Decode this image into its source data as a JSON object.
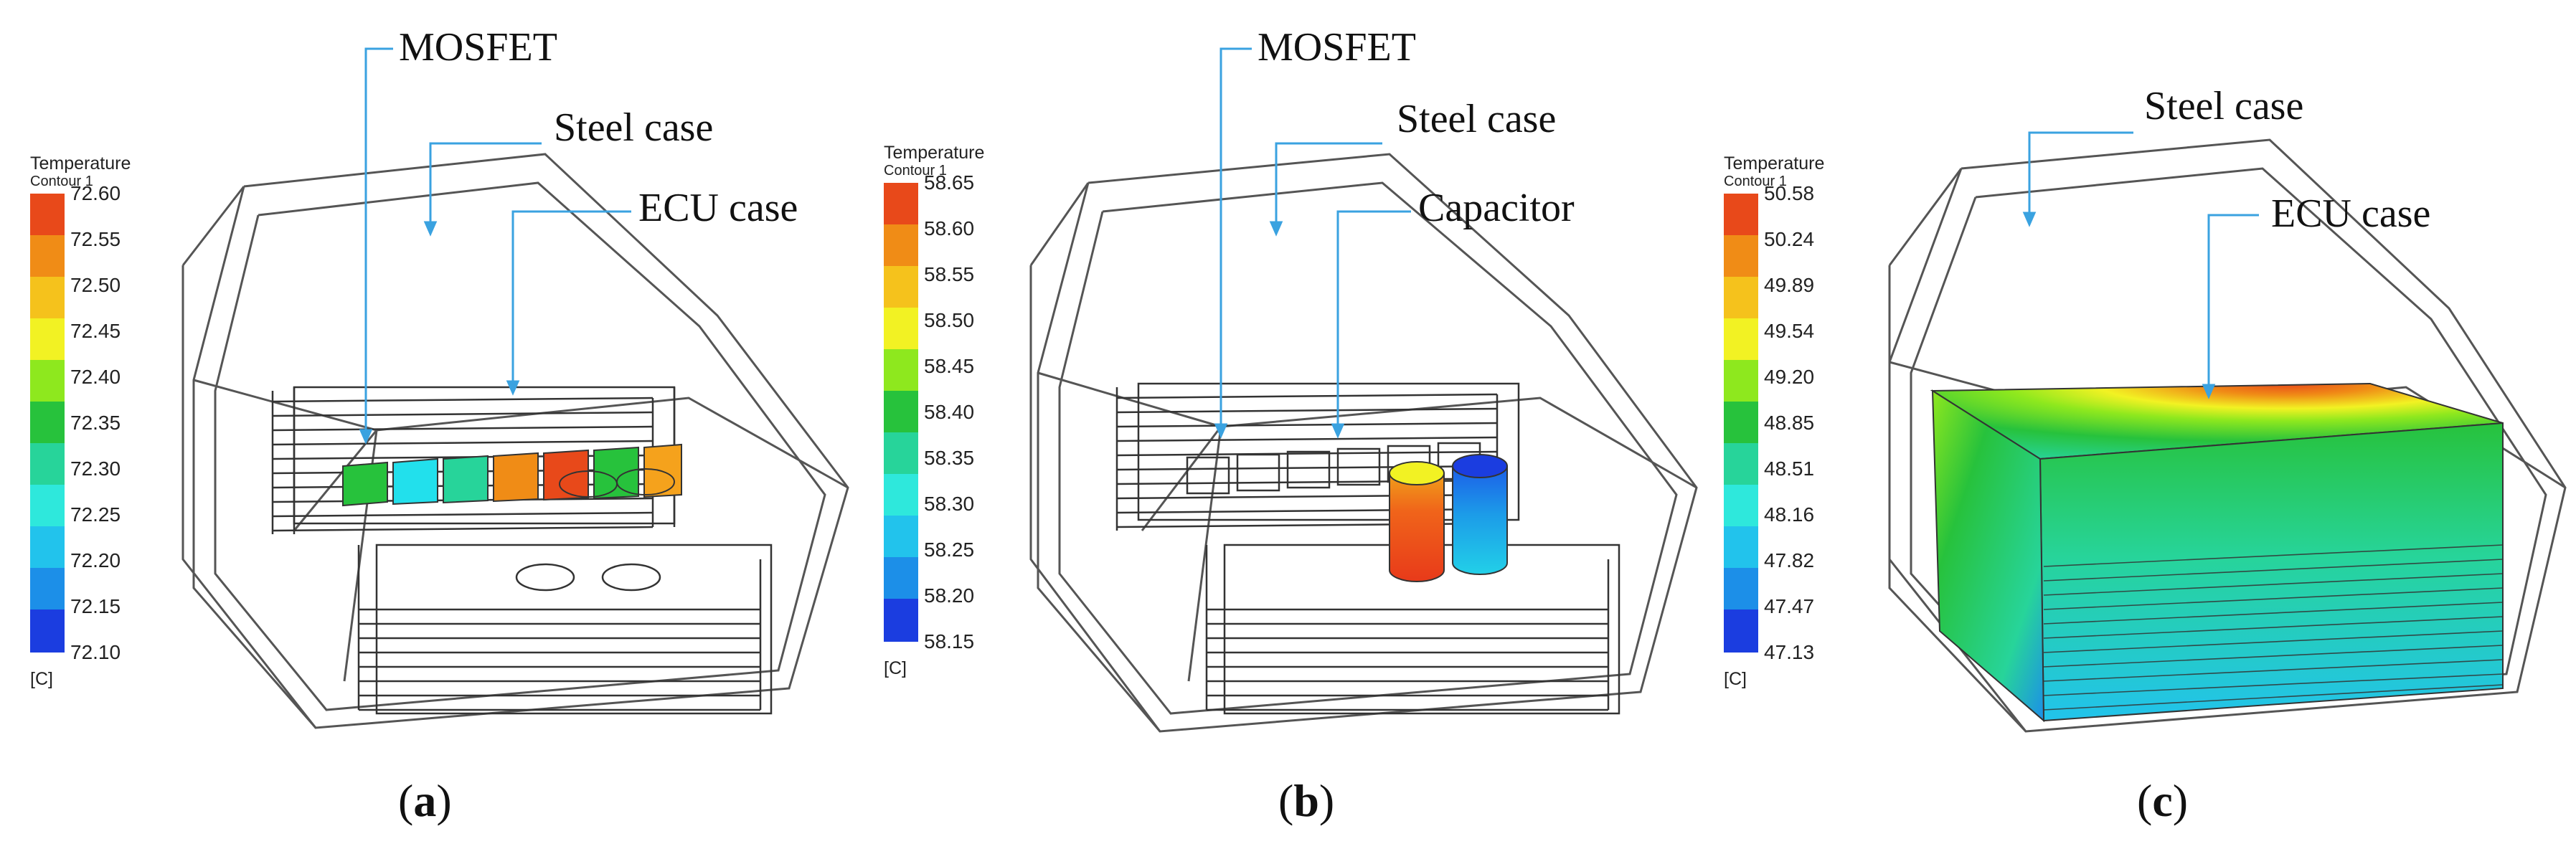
{
  "palette": [
    "#1b3de0",
    "#1c8fe8",
    "#22c3ec",
    "#2ee8dc",
    "#27d49a",
    "#27c23c",
    "#8ee81e",
    "#f2f223",
    "#f5c21c",
    "#f08c16",
    "#e8491a"
  ],
  "panels": [
    {
      "id": "a",
      "caption_open": "(",
      "caption_letter": "a",
      "caption_close": ")",
      "legend": {
        "title": "Temperature",
        "subtitle": "Contour 1",
        "ticks": [
          "72.60",
          "72.55",
          "72.50",
          "72.45",
          "72.40",
          "72.35",
          "72.30",
          "72.25",
          "72.20",
          "72.15",
          "72.10"
        ],
        "unit": "[C]"
      },
      "callouts": {
        "mosfet": "MOSFET",
        "steel_case": "Steel case",
        "ecu_case": "ECU case"
      }
    },
    {
      "id": "b",
      "caption_open": "(",
      "caption_letter": "b",
      "caption_close": ")",
      "legend": {
        "title": "Temperature",
        "subtitle": "Contour 1",
        "ticks": [
          "58.65",
          "58.60",
          "58.55",
          "58.50",
          "58.45",
          "58.40",
          "58.35",
          "58.30",
          "58.25",
          "58.20",
          "58.15"
        ],
        "unit": "[C]"
      },
      "callouts": {
        "mosfet": "MOSFET",
        "steel_case": "Steel case",
        "capacitor": "Capacitor"
      }
    },
    {
      "id": "c",
      "caption_open": "(",
      "caption_letter": "c",
      "caption_close": ")",
      "legend": {
        "title": "Temperature",
        "subtitle": "Contour 1",
        "ticks": [
          "50.58",
          "50.24",
          "49.89",
          "49.54",
          "49.20",
          "48.85",
          "48.51",
          "48.16",
          "47.82",
          "47.47",
          "47.13"
        ],
        "unit": "[C]"
      },
      "callouts": {
        "steel_case": "Steel case",
        "ecu_case": "ECU case"
      }
    }
  ]
}
